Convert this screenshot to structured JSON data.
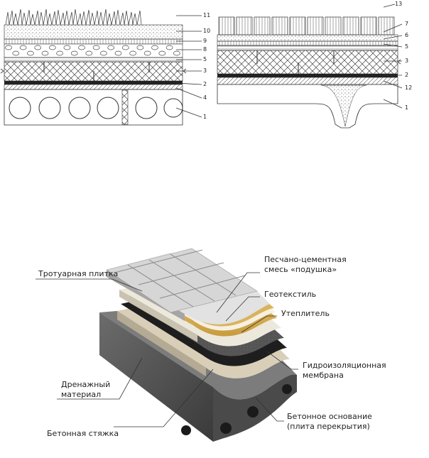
{
  "left_section": {
    "layer_numbers": [
      "11",
      "10",
      "9",
      "8",
      "5",
      "3",
      "2",
      "4",
      "1"
    ]
  },
  "right_section": {
    "layer_numbers": [
      "13",
      "7",
      "6",
      "5",
      "3",
      "2",
      "12",
      "1"
    ]
  },
  "iso_labels": {
    "paving_tiles": "Тротуарная плитка",
    "sand_cement_line1": "Песчано-цементная",
    "sand_cement_line2": "смесь «подушка»",
    "geotextile": "Геотекстиль",
    "insulation": "Утеплитель",
    "drainage_line1": "Дренажный",
    "drainage_line2": "материал",
    "membrane_line1": "Гидроизоляционная",
    "membrane_line2": "мембрана",
    "screed": "Бетонная стяжка",
    "base_line1": "Бетонное основание",
    "base_line2": "(плита перекрытия)"
  }
}
